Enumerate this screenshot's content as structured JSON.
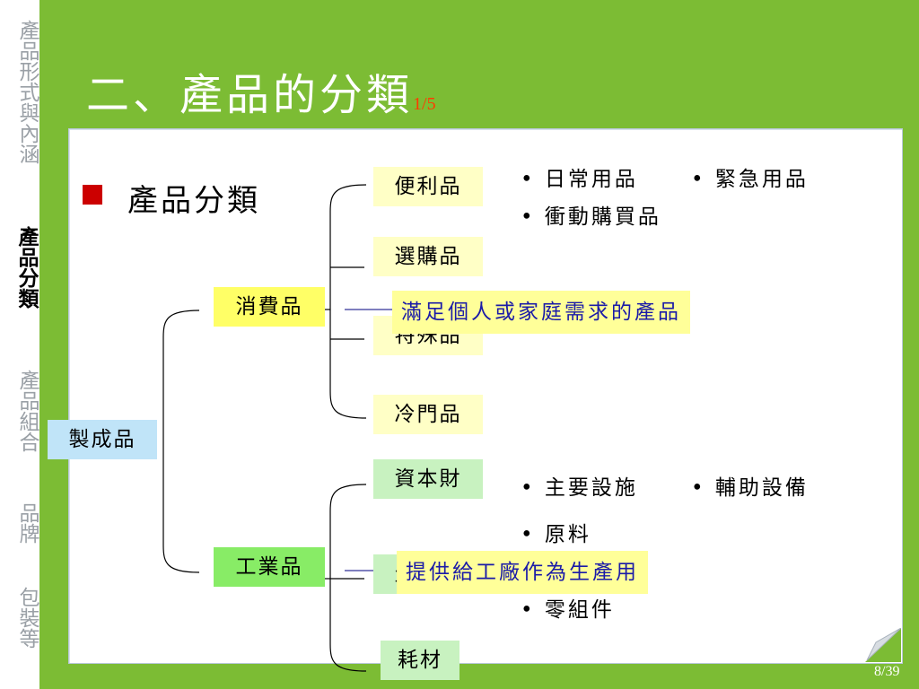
{
  "sidebar": {
    "items": [
      {
        "label": "產品形式與內涵",
        "active": false
      },
      {
        "label": "產品分類",
        "active": true
      },
      {
        "label": "產品組合",
        "active": false
      },
      {
        "label": "品牌",
        "active": false
      },
      {
        "label": "包裝等",
        "active": false
      }
    ]
  },
  "title": {
    "text": "二、產品的分類",
    "page": "1/5"
  },
  "bullet": {
    "label": "產品分類"
  },
  "tree": {
    "root": "製成品",
    "consumer": "消費品",
    "industrial": "工業品",
    "consumer_items": [
      "便利品",
      "選購品",
      "特殊品",
      "冷門品"
    ],
    "industrial_items": [
      "資本財",
      "生產財",
      "耗材"
    ]
  },
  "notes": {
    "convenience_1": "• 日常用品",
    "convenience_2": "• 緊急用品",
    "convenience_3": "• 衝動購買品",
    "capital_1": "• 主要設施",
    "capital_2": "• 輔助設備",
    "production_1": "• 原料",
    "production_2": "• 零組件"
  },
  "callouts": {
    "consumer": "滿足個人或家庭需求的產品",
    "industrial": "提供給工廠作為生產用"
  },
  "page_number": "8/39",
  "colors": {
    "background": "#7cbc34",
    "title_page": "#ff3b00",
    "callout_text": "#1a1aa8",
    "bullet": "#cc0000"
  }
}
